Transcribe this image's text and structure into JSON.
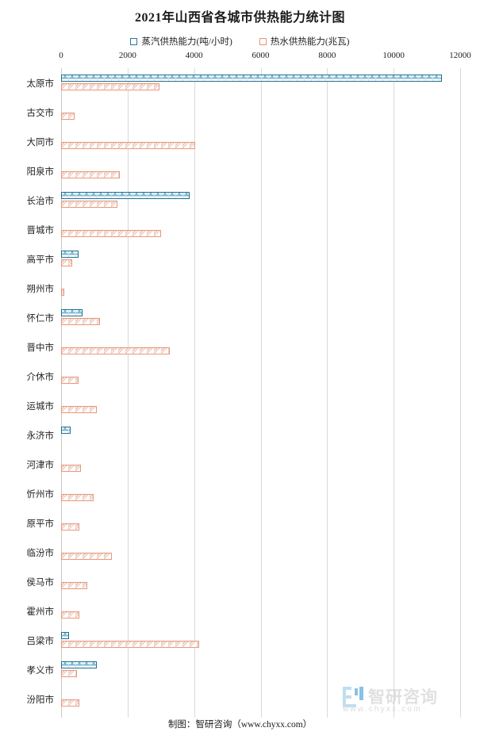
{
  "title": "2021年山西省各城市供热能力统计图",
  "legend": {
    "position": "top",
    "items": [
      {
        "label": "蒸汽供热能力(吨/小时)",
        "color": "#2E75A0",
        "key": "steam"
      },
      {
        "label": "热水供热能力(兆瓦)",
        "color": "#E8967A",
        "key": "water"
      }
    ]
  },
  "axis": {
    "ticks": [
      "0",
      "2000",
      "4000",
      "6000",
      "8000",
      "10000",
      "12000"
    ],
    "min": 0,
    "max": 12000
  },
  "footer": "制图：智研咨询（www.chyxx.com）",
  "watermark": {
    "brand": "智研咨询",
    "url": "www.chyxx.com"
  },
  "chart_data": {
    "type": "bar",
    "orientation": "horizontal",
    "title": "2021年山西省各城市供热能力统计图",
    "xlabel": "",
    "ylabel": "",
    "xlim": [
      0,
      12000
    ],
    "grid": true,
    "legend_position": "top",
    "categories": [
      "太原市",
      "古交市",
      "大同市",
      "阳泉市",
      "长治市",
      "晋城市",
      "高平市",
      "朔州市",
      "怀仁市",
      "晋中市",
      "介休市",
      "运城市",
      "永济市",
      "河津市",
      "忻州市",
      "原平市",
      "临汾市",
      "侯马市",
      "霍州市",
      "吕梁市",
      "孝义市",
      "汾阳市"
    ],
    "series": [
      {
        "name": "蒸汽供热能力(吨/小时)",
        "color": "#2E75A0",
        "values": [
          11450,
          0,
          0,
          0,
          3870,
          0,
          530,
          0,
          650,
          0,
          0,
          0,
          280,
          0,
          0,
          0,
          0,
          0,
          0,
          240,
          1070,
          0
        ]
      },
      {
        "name": "热水供热能力(兆瓦)",
        "color": "#E8967A",
        "values": [
          2960,
          400,
          4030,
          1770,
          1690,
          3000,
          330,
          100,
          1170,
          3270,
          530,
          1070,
          0,
          600,
          970,
          540,
          1530,
          780,
          540,
          4150,
          470,
          540
        ]
      }
    ]
  }
}
